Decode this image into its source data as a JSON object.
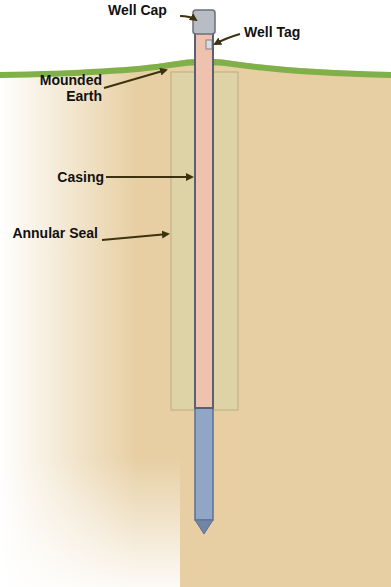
{
  "diagram": {
    "labels": [
      "Well Cap",
      "Well Tag",
      "Mounded Earth",
      "Casing",
      "Annular Seal"
    ]
  }
}
